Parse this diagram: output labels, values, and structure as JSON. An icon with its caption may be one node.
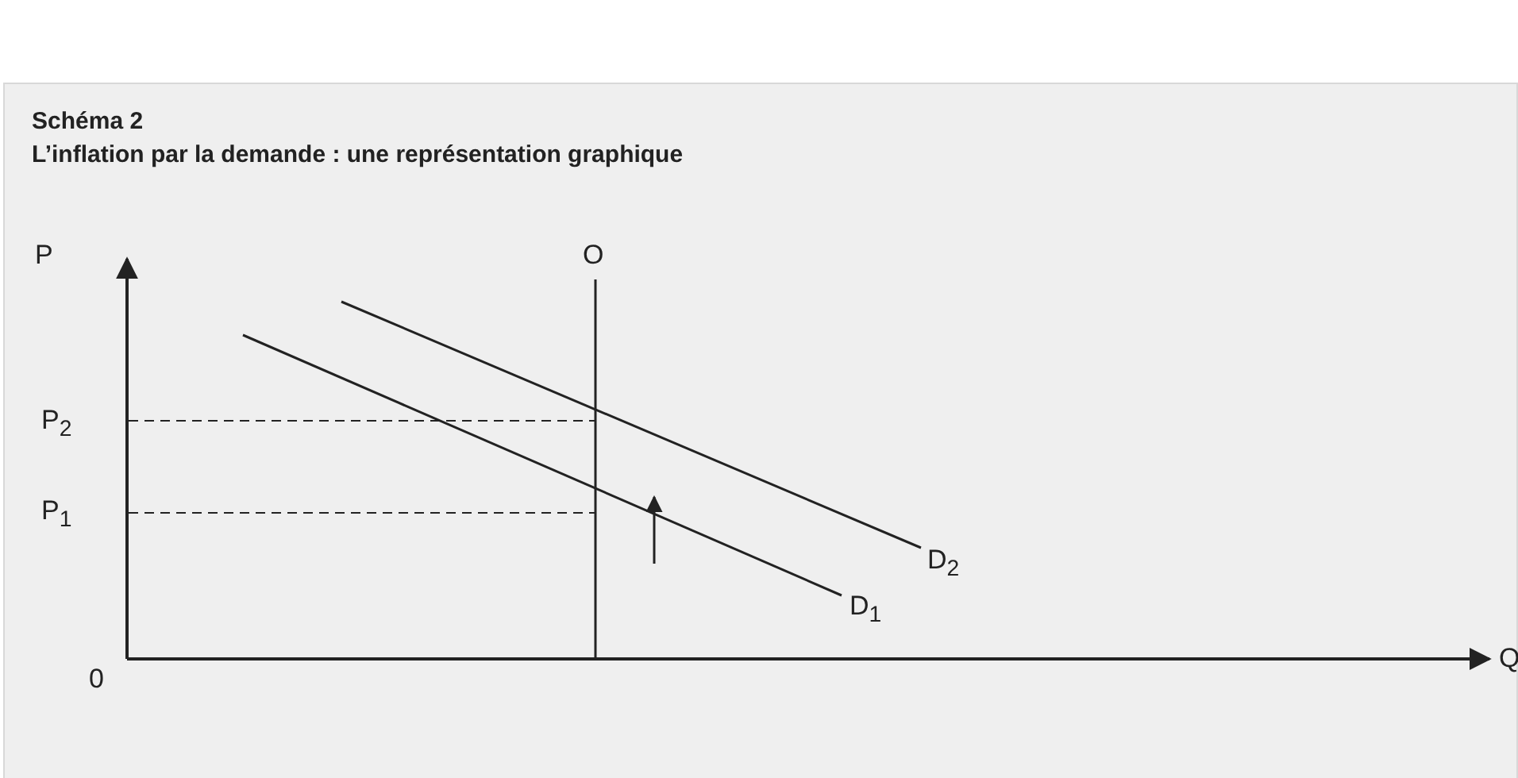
{
  "diagram": {
    "title": "Schéma 2",
    "caption": "L’inflation par la demande : une représentation graphique",
    "labels": [
      "P",
      "O",
      "P$_{2}$",
      "P$_{1}$",
      "D$_{2}$",
      "D$_{1}$",
      "0",
      "Q"
    ]
  }
}
